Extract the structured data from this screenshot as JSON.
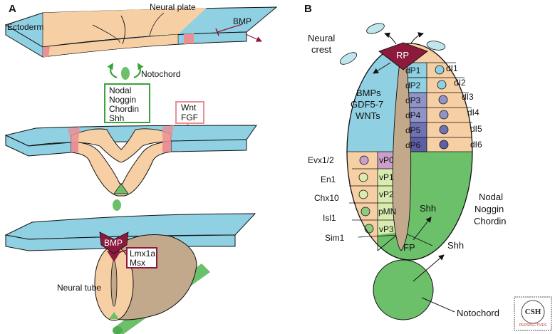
{
  "panel_a": {
    "letter": "A",
    "neural_plate": "Neural plate",
    "ectoderm": "Ectoderm",
    "bmp_top": "BMP",
    "notochord": "Notochord",
    "box_green": [
      "Nodal",
      "Noggin",
      "Chordin",
      "Shh"
    ],
    "box_pink": [
      "Wnt",
      "FGF"
    ],
    "bmp_tube": "BMP",
    "box_maroon": [
      "Lmx1a",
      "Msx"
    ],
    "neural_tube": "Neural tube"
  },
  "panel_b": {
    "letter": "B",
    "neural_crest": [
      "Neural",
      "crest"
    ],
    "rp": "RP",
    "dorsal_signals": [
      "BMPs",
      "GDF5-7",
      "WNTs"
    ],
    "dorsal_domains": [
      "dP1",
      "dP2",
      "dP3",
      "dP4",
      "dP5",
      "dP6"
    ],
    "dorsal_neurons": [
      "dI1",
      "dI2",
      "dI3",
      "dI4",
      "dI5",
      "dI6"
    ],
    "ventral_domains": [
      "vP0",
      "vP1",
      "vP2",
      "pMN",
      "vP3"
    ],
    "ventral_neurons": [
      "Evx1/2",
      "En1",
      "Chx10",
      "Isl1",
      "Sim1"
    ],
    "fp": "FP",
    "shh_inner": "Shh",
    "ventral_signals": [
      "Nodal",
      "Noggin",
      "Chordin"
    ],
    "shh_outer": "Shh",
    "notochord": "Notochord"
  },
  "logo": {
    "title": "CSH",
    "subtitle": "PERSPECTIVES"
  },
  "colors": {
    "ectoderm_blue": "#8fd0e3",
    "neural_tan": "#f7cfa4",
    "pink": "#e99095",
    "green": "#6cc06a",
    "maroon": "#8b1a3c",
    "lumen_brown": "#c3a98b",
    "vp_green_light": "#d9ecb0",
    "domain_purple": "#8f93c8",
    "domain_dark": "#5d5fa4"
  }
}
